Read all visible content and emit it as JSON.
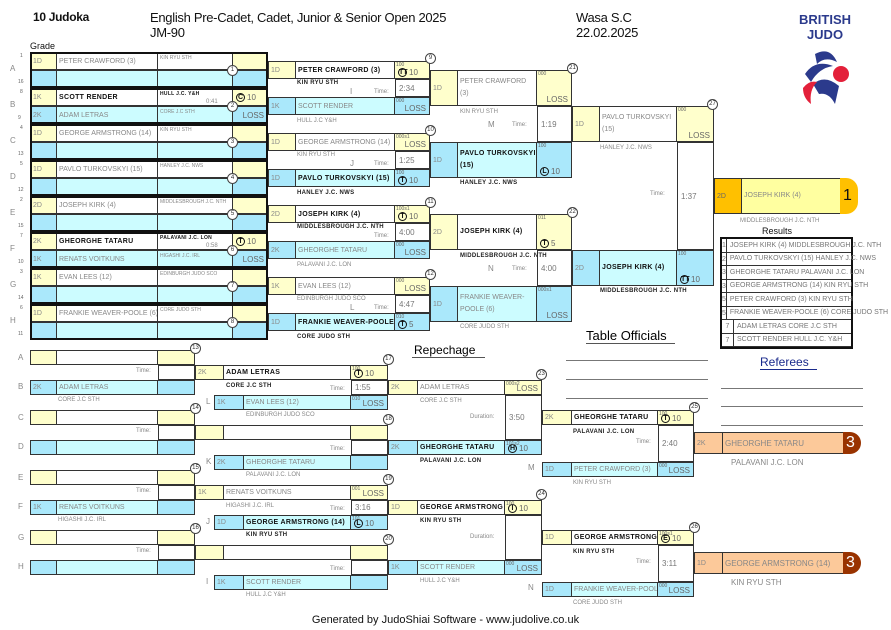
{
  "header": {
    "count": "10 Judoka",
    "title": "English Pre-Cadet, Cadet, Junior & Senior Open 2025",
    "category": "JM-90",
    "venue": "Wasa S.C",
    "date": "22.02.2025",
    "logo": "BRITISH JUDO",
    "grade_label": "Grade"
  },
  "colors": {
    "yellow": "#ffffcc",
    "blue": "#aae8fb",
    "gold": "#ffc000",
    "bronze": "#fcc99a",
    "bronze_badge": "#993300"
  },
  "round1": [
    {
      "letter": "A",
      "seeds": [
        "1",
        "16"
      ],
      "no": "1",
      "time": "",
      "white": {
        "grade": "1D",
        "name": "PETER CRAWFORD (3)",
        "club": "KIN RYU STH"
      },
      "blue": {}
    },
    {
      "letter": "B",
      "seeds": [
        "8",
        "9"
      ],
      "no": "2",
      "time": "0:41",
      "white": {
        "grade": "1K",
        "name": "SCOTT RENDER",
        "club": "HULL J.C. Y&H",
        "icon": "C",
        "score": "10"
      },
      "blue": {
        "grade": "2K",
        "name": "ADAM LETRAS",
        "club": "CORE J.C STH",
        "score": "LOSS"
      }
    },
    {
      "letter": "C",
      "seeds": [
        "4",
        "13"
      ],
      "no": "3",
      "time": "",
      "white": {
        "grade": "1D",
        "name": "GEORGE ARMSTRONG (14)",
        "club": "KIN RYU STH"
      },
      "blue": {}
    },
    {
      "letter": "D",
      "seeds": [
        "5",
        "12"
      ],
      "no": "4",
      "time": "",
      "white": {
        "grade": "1D",
        "name": "PAVLO TURKOVSKYI (15)",
        "club": "HANLEY J.C. NWS"
      },
      "blue": {}
    },
    {
      "letter": "E",
      "seeds": [
        "2",
        "15"
      ],
      "no": "5",
      "time": "",
      "white": {
        "grade": "2D",
        "name": "JOSEPH KIRK (4)",
        "club": "MIDDLESBROUGH J.C. NTH"
      },
      "blue": {}
    },
    {
      "letter": "F",
      "seeds": [
        "7",
        "10"
      ],
      "no": "6",
      "time": "0:58",
      "white": {
        "grade": "2K",
        "name": "GHEORGHE TATARU",
        "club": "PALAVANI J.C. LON",
        "icon": "T",
        "score": "10"
      },
      "blue": {
        "grade": "1K",
        "name": "RENATS VOITKUNS",
        "club": "HIGASHI J.C. IRL",
        "score": "LOSS"
      }
    },
    {
      "letter": "G",
      "seeds": [
        "3",
        "14"
      ],
      "no": "7",
      "time": "",
      "white": {
        "grade": "1K",
        "name": "EVAN LEES (12)",
        "club": "EDINBURGH JUDO SCO"
      },
      "blue": {}
    },
    {
      "letter": "H",
      "seeds": [
        "6",
        "11"
      ],
      "no": "8",
      "time": "",
      "white": {
        "grade": "1D",
        "name": "FRANKIE WEAVER-POOLE (6)",
        "club": "CORE JUDO STH"
      },
      "blue": {}
    }
  ],
  "round2": [
    {
      "no": "9",
      "letter": "I",
      "time_label": "Time:",
      "time": "2:34",
      "white": {
        "grade": "1D",
        "name": "PETER CRAWFORD (3)",
        "club": "KIN RYU STH",
        "icon": "TT",
        "score": "10",
        "code": "100"
      },
      "blue": {
        "grade": "1K",
        "name": "SCOTT RENDER",
        "club": "HULL J.C Y&H",
        "score": "LOSS",
        "code": "000"
      }
    },
    {
      "no": "10",
      "letter": "J",
      "time_label": "Time:",
      "time": "1:25",
      "white": {
        "grade": "1D",
        "name": "GEORGE ARMSTRONG (14)",
        "club": "KIN RYU STH",
        "score": "LOSS",
        "code": "000s1"
      },
      "blue": {
        "grade": "1D",
        "name": "PAVLO TURKOVSKYI (15)",
        "club": "HANLEY J.C. NWS",
        "icon": "T",
        "score": "10",
        "code": "100"
      }
    },
    {
      "no": "11",
      "letter": "",
      "time_label": "Time:",
      "time": "4:00",
      "white": {
        "grade": "2D",
        "name": "JOSEPH KIRK (4)",
        "club": "MIDDLESBROUGH J.C. NTH",
        "icon": "T",
        "score": "10",
        "code": "100s1"
      },
      "blue": {
        "grade": "2K",
        "name": "GHEORGHE TATARU",
        "club": "PALAVANI J.C. LON",
        "score": "LOSS",
        "code": "000"
      }
    },
    {
      "no": "12",
      "letter": "L",
      "time_label": "Time:",
      "time": "4:47",
      "white": {
        "grade": "1K",
        "name": "EVAN LEES (12)",
        "club": "EDINBURGH JUDO SCO",
        "score": "LOSS",
        "code": "000"
      },
      "blue": {
        "grade": "1D",
        "name": "FRANKIE WEAVER-POOLE (6)",
        "club": "CORE JUDO STH",
        "icon": "T",
        "score": "5",
        "code": "010"
      }
    }
  ],
  "semis": [
    {
      "no": "21",
      "letter": "M",
      "time_label": "Time:",
      "time": "1:19",
      "white": {
        "grade": "1D",
        "name": "PETER CRAWFORD (3)",
        "club": "KIN RYU STH",
        "score": "LOSS",
        "code": "000"
      },
      "blue": {
        "grade": "1D",
        "name": "PAVLO TURKOVSKYI (15)",
        "club": "HANLEY J.C. NWS",
        "icon": "L",
        "score": "10",
        "code": "100"
      }
    },
    {
      "no": "22",
      "letter": "N",
      "time_label": "Time:",
      "time": "4:00",
      "white": {
        "grade": "2D",
        "name": "JOSEPH KIRK (4)",
        "club": "MIDDLESBROUGH J.C. NTH",
        "icon": "T",
        "score": "5",
        "code": "011"
      },
      "blue": {
        "grade": "1D",
        "name": "FRANKIE WEAVER-POOLE (6)",
        "club": "CORE JUDO STH",
        "score": "LOSS",
        "code": "000s1"
      }
    }
  ],
  "final": {
    "no": "27",
    "time_label": "Time:",
    "time": "1:37",
    "white": {
      "grade": "1D",
      "name": "PAVLO TURKOVSKYI (15)",
      "club": "HANLEY J.C. NWS",
      "score": "LOSS",
      "code": "000"
    },
    "blue": {
      "grade": "2D",
      "name": "JOSEPH KIRK (4)",
      "club": "MIDDLESBROUGH J.C. NTH",
      "icon": "TT",
      "score": "10",
      "code": "100"
    }
  },
  "winner": {
    "grade": "2D",
    "name": "JOSEPH KIRK (4)",
    "club": "MIDDLESBROUGH J.C. NTH",
    "place": "1"
  },
  "results": {
    "title": "Results",
    "rows": [
      {
        "place": "1",
        "text": "JOSEPH KIRK (4) MIDDLESBROUGH J.C. NTH"
      },
      {
        "place": "2",
        "text": "PAVLO TURKOVSKYI (15) HANLEY J.C. NWS"
      },
      {
        "place": "3",
        "text": "GHEORGHE TATARU PALAVANI J.C. LON"
      },
      {
        "place": "3",
        "text": "GEORGE ARMSTRONG (14) KIN RYU STH"
      },
      {
        "place": "5",
        "text": "PETER CRAWFORD (3) KIN RYU STH"
      },
      {
        "place": "5",
        "text": "FRANKIE WEAVER-POOLE (6) CORE JUDO STH"
      },
      {
        "place": "7",
        "text": "ADAM LETRAS CORE J.C STH"
      },
      {
        "place": "7",
        "text": "SCOTT RENDER HULL J.C. Y&H"
      }
    ]
  },
  "repechage": {
    "title": "Repechage",
    "r1": [
      {
        "no": "13",
        "letters": [
          "A",
          "B"
        ],
        "time_label": "Time:",
        "white": {},
        "blue": {
          "grade": "2K",
          "name": "ADAM LETRAS",
          "club": "CORE J.C STH"
        }
      },
      {
        "no": "14",
        "letters": [
          "C",
          "D"
        ],
        "time_label": "Time:",
        "white": {},
        "blue": {}
      },
      {
        "no": "15",
        "letters": [
          "E",
          "F"
        ],
        "time_label": "Time:",
        "white": {},
        "blue": {
          "grade": "1K",
          "name": "RENATS VOITKUNS",
          "club": "HIGASHI J.C. IRL"
        }
      },
      {
        "no": "16",
        "letters": [
          "G",
          "H"
        ],
        "time_label": "Time:",
        "white": {},
        "blue": {}
      }
    ],
    "r2": [
      {
        "no": "17",
        "letter": "L",
        "time_label": "Time:",
        "time": "1:55",
        "white": {
          "grade": "2K",
          "name": "ADAM LETRAS",
          "club": "CORE J.C STH",
          "icon": "T",
          "score": "10",
          "code": "100"
        },
        "blue": {
          "grade": "1K",
          "name": "EVAN LEES (12)",
          "club": "EDINBURGH JUDO SCO",
          "score": "LOSS",
          "code": "010"
        }
      },
      {
        "no": "18",
        "letter": "K",
        "time_label": "Time:",
        "time": "",
        "white": {},
        "blue": {
          "grade": "2K",
          "name": "GHEORGHE TATARU",
          "club": "PALAVANI J.C. LON"
        }
      },
      {
        "no": "19",
        "letter": "J",
        "time_label": "Time:",
        "time": "3:16",
        "white": {
          "grade": "1K",
          "name": "RENATS VOITKUNS",
          "club": "HIGASHI J.C. IRL",
          "score": "LOSS",
          "code": "001"
        },
        "blue": {
          "grade": "1D",
          "name": "GEORGE ARMSTRONG (14)",
          "club": "KIN RYU STH",
          "icon": "L",
          "score": "10",
          "code": "101"
        }
      },
      {
        "no": "20",
        "letter": "I",
        "time_label": "Time:",
        "time": "",
        "white": {},
        "blue": {
          "grade": "1K",
          "name": "SCOTT RENDER",
          "club": "HULL J.C Y&H"
        }
      }
    ],
    "r3": [
      {
        "no": "23",
        "time_label": "Duration:",
        "time": "3:50",
        "white": {
          "grade": "2K",
          "name": "ADAM LETRAS",
          "club": "CORE J.C STH",
          "score": "LOSS",
          "code": "000s2"
        },
        "blue": {
          "grade": "2K",
          "name": "GHEORGHE TATARU",
          "club": "PALAVANI J.C. LON",
          "icon": "H",
          "score": "10",
          "code": "101s2"
        }
      },
      {
        "no": "24",
        "time_label": "Duration:",
        "time": "",
        "white": {
          "grade": "1D",
          "name": "GEORGE ARMSTRONG (14)",
          "club": "KIN RYU STH",
          "icon": "I",
          "score": "10",
          "code": "100"
        },
        "blue": {
          "grade": "1K",
          "name": "SCOTT RENDER",
          "club": "HULL J.C Y&H",
          "score": "LOSS",
          "code": "000"
        }
      }
    ],
    "r4": [
      {
        "no": "25",
        "letter": "M",
        "time_label": "Time:",
        "time": "2:40",
        "white": {
          "grade": "2K",
          "name": "GHEORGHE TATARU",
          "club": "PALAVANI J.C. LON",
          "icon": "T",
          "score": "10",
          "code": "100"
        },
        "blue": {
          "grade": "1D",
          "name": "PETER CRAWFORD (3)",
          "club": "KIN RYU STH",
          "score": "LOSS",
          "code": "000"
        }
      },
      {
        "no": "26",
        "letter": "N",
        "time_label": "Time:",
        "time": "3:11",
        "white": {
          "grade": "1D",
          "name": "GEORGE ARMSTRONG (14)",
          "club": "KIN RYU STH",
          "icon": "E",
          "score": "10",
          "code": "100s1"
        },
        "blue": {
          "grade": "1D",
          "name": "FRANKIE WEAVER-POOLE (6)",
          "club": "CORE JUDO STH",
          "score": "LOSS",
          "code": "000"
        }
      }
    ],
    "bronze": [
      {
        "grade": "2K",
        "name": "GHEORGHE TATARU",
        "club": "PALAVANI J.C. LON",
        "place": "3"
      },
      {
        "grade": "1D",
        "name": "GEORGE ARMSTRONG (14)",
        "club": "KIN RYU STH",
        "place": "3"
      }
    ]
  },
  "officials": {
    "table_title": "Table Officials",
    "referees_title": "Referees"
  },
  "footer": "Generated by JudoShiai Software - www.judolive.co.uk"
}
